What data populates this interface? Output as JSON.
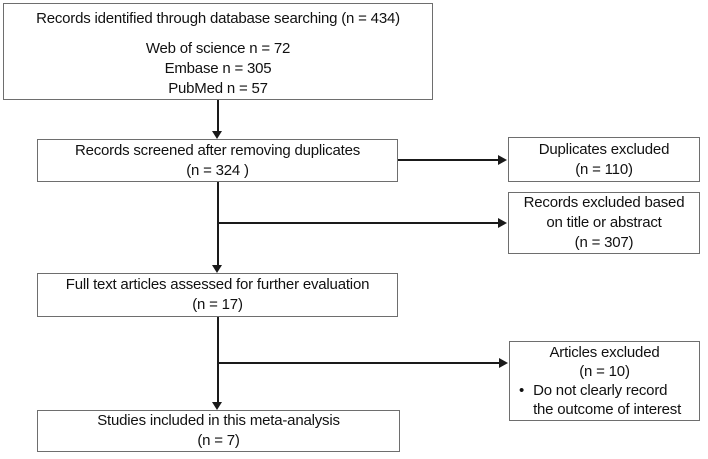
{
  "colors": {
    "box_border": "#6e6e6e",
    "connector": "#1a1a1a",
    "text": "#111111",
    "background": "#ffffff"
  },
  "boxes": {
    "identified": {
      "title": "Records identified through database searching (n = 434)",
      "sources": [
        "Web of science n = 72",
        "Embase n = 305",
        "PubMed n = 57"
      ]
    },
    "screened": {
      "lines": [
        "Records screened after removing duplicates",
        "(n = 324 )"
      ]
    },
    "duplicates_excluded": {
      "lines": [
        "Duplicates excluded",
        "(n = 110)"
      ]
    },
    "records_excluded": {
      "lines": [
        "Records excluded based",
        "on title or abstract",
        "(n = 307)"
      ]
    },
    "full_text": {
      "lines": [
        "Full text articles assessed for further evaluation",
        "(n = 17)"
      ]
    },
    "articles_excluded": {
      "lines": [
        "Articles excluded",
        "(n = 10)"
      ],
      "bullet_glyph": "•",
      "bullet_lines": [
        "Do not clearly record",
        "the outcome of interest"
      ]
    },
    "included": {
      "lines": [
        "Studies included in this meta-analysis",
        "(n = 7)"
      ]
    }
  }
}
